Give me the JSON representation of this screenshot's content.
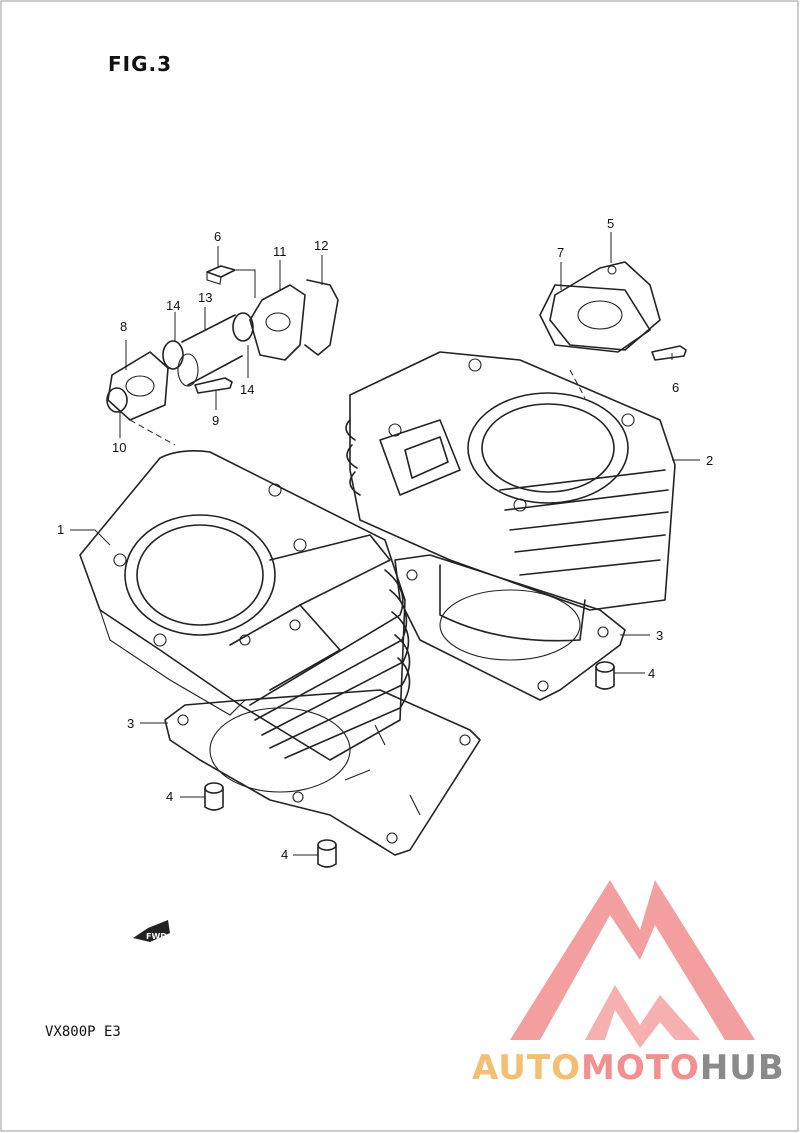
{
  "figure": {
    "title": "FIG.3",
    "model": "VX800P  E3"
  },
  "callouts": [
    "1",
    "2",
    "3",
    "3",
    "4",
    "4",
    "4",
    "5",
    "6",
    "6",
    "7",
    "8",
    "9",
    "10",
    "11",
    "12",
    "13",
    "14",
    "14"
  ],
  "fwd_label": "FWD",
  "watermark": {
    "part1": "AUTO",
    "part2": "MOTO",
    "part3": "HUB",
    "colors": {
      "auto": "#f3bf72",
      "moto": "#f28f8f",
      "hub": "#8a8a8a"
    }
  }
}
